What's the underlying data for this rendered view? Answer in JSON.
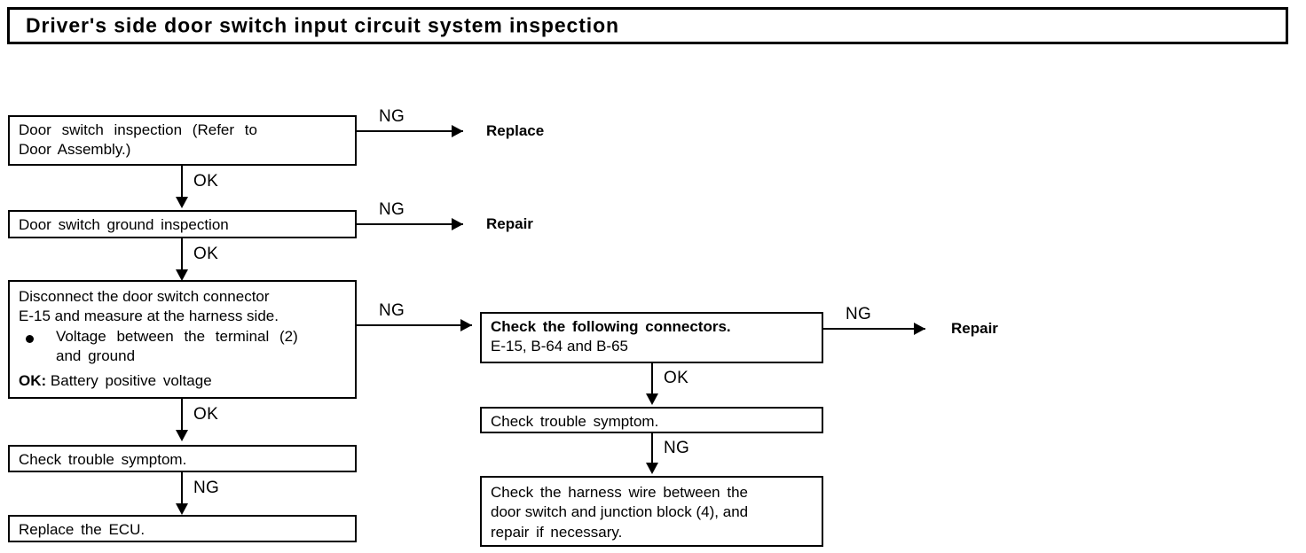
{
  "title": "Driver's side door switch input circuit system inspection",
  "flow": {
    "box1": {
      "line1": "Door  switch  inspection  (Refer  to",
      "line2": "Door Assembly.)"
    },
    "box2": {
      "line1": "Door switch ground inspection"
    },
    "box3": {
      "line1": "Disconnect the door switch connector",
      "line2": "E-15 and measure at the harness side.",
      "bullet1": "Voltage  between  the  terminal  (2)",
      "bullet1_cont": "and  ground",
      "ok_label": "OK:",
      "ok_value": "Battery  positive  voltage"
    },
    "box4": {
      "line1": "Check trouble symptom."
    },
    "box5": {
      "line1": "Replace the ECU."
    },
    "box6": {
      "line1": "Check the following connectors.",
      "line2": "E-15,  B-64  and  B-65"
    },
    "box7": {
      "line1": "Check trouble symptom."
    },
    "box8": {
      "line1": "Check  the  harness  wire  between  the",
      "line2": "door switch and junction block (4), and",
      "line3": "repair  if  necessary."
    }
  },
  "terminals": {
    "replace": "Replace",
    "repair_left": "Repair",
    "repair_right": "Repair"
  },
  "labels": {
    "ng1": "NG",
    "ok1": "OK",
    "ng2": "NG",
    "ok2": "OK",
    "ng3": "NG",
    "ok3": "OK",
    "ng4": "NG",
    "ng5": "NG",
    "ok4": "OK",
    "ng6": "NG"
  },
  "colors": {
    "ink": "#000000",
    "paper": "#ffffff"
  }
}
